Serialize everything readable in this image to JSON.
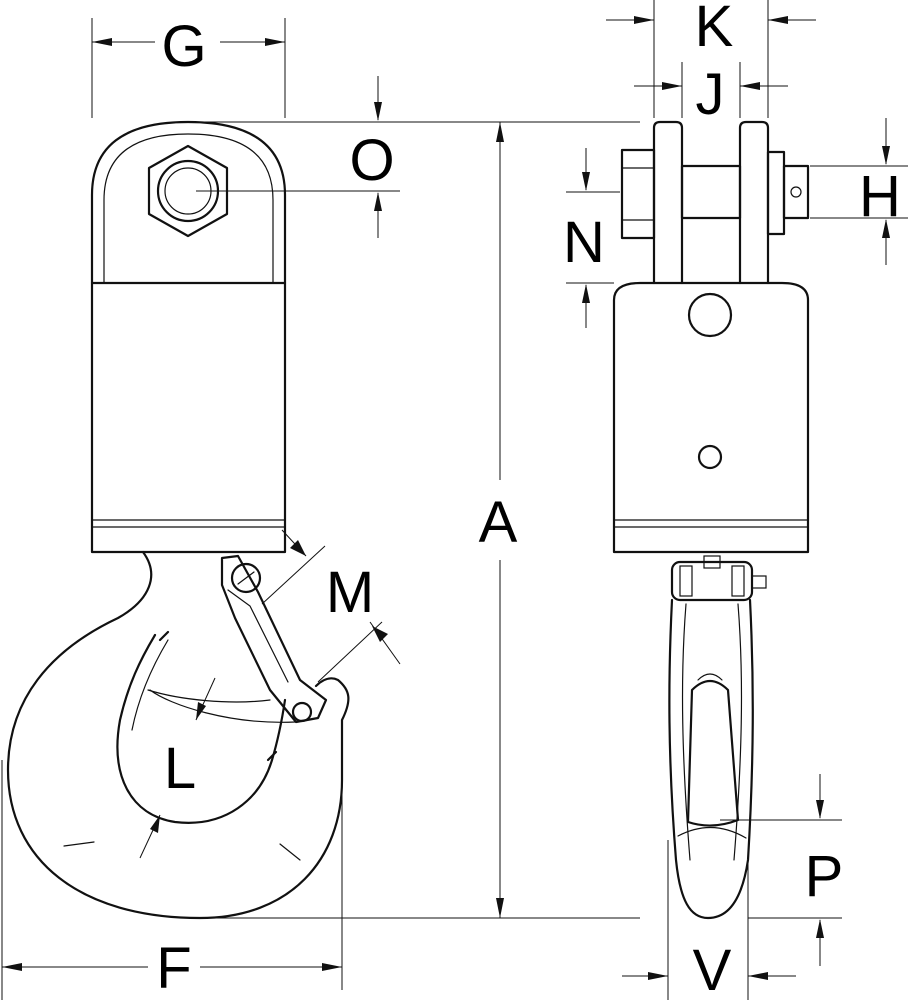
{
  "diagram": {
    "labels": {
      "G": "G",
      "O": "O",
      "A": "A",
      "M": "M",
      "L": "L",
      "F": "F",
      "K": "K",
      "J": "J",
      "N": "N",
      "H": "H",
      "P": "P",
      "V": "V"
    },
    "colors": {
      "line": "#111111",
      "background": "#ffffff"
    }
  }
}
